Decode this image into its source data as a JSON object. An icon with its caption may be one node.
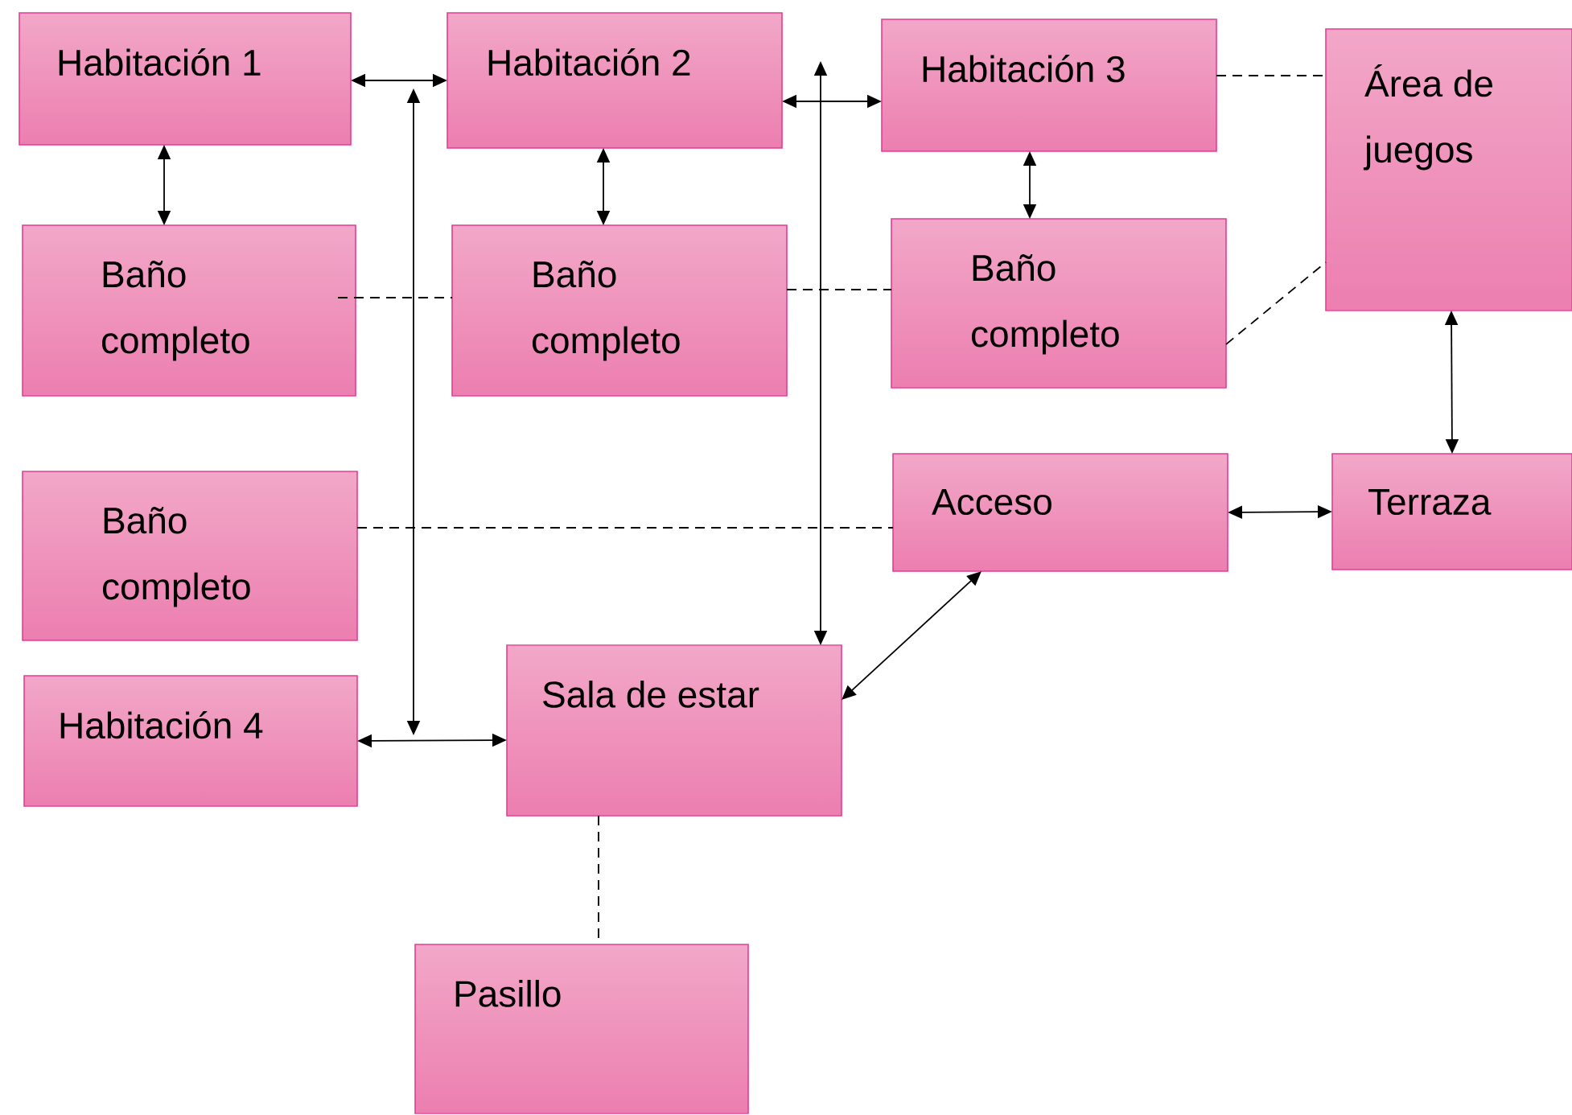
{
  "diagram": {
    "nodes": [
      {
        "text": [
          "Habitación 1"
        ]
      },
      {
        "text": [
          "Habitación 2"
        ]
      },
      {
        "text": [
          "Habitación 3"
        ]
      },
      {
        "text": [
          "Área de juegos"
        ]
      },
      {
        "text": [
          "Baño completo"
        ]
      },
      {
        "text": [
          "Baño completo"
        ]
      },
      {
        "text": [
          "Baño completo"
        ]
      },
      {
        "text": [
          "Baño completo"
        ]
      },
      {
        "text": [
          "Acceso"
        ]
      },
      {
        "text": [
          "Terraza"
        ]
      },
      {
        "text": [
          "Habitación 4"
        ]
      },
      {
        "text": [
          "Sala de estar"
        ]
      },
      {
        "text": [
          "Pasillo"
        ]
      }
    ],
    "edges": [
      {
        "from": 0,
        "to": 1,
        "arrow": "both"
      },
      {
        "from": 10,
        "to": 11,
        "arrow": "both"
      },
      {
        "from": 1,
        "to": 2,
        "arrow": "both"
      },
      {
        "from": null,
        "to": 11,
        "arrow": "both"
      },
      {
        "from": 0,
        "to": 4,
        "arrow": "both"
      },
      {
        "from": 1,
        "to": 5,
        "arrow": "both"
      },
      {
        "from": 2,
        "to": 6,
        "arrow": "both"
      },
      {
        "from": 3,
        "to": 9,
        "arrow": "both"
      },
      {
        "from": 8,
        "to": 9,
        "arrow": "both"
      },
      {
        "from": 11,
        "to": 8,
        "arrow": "both"
      },
      {
        "from": 2,
        "to": 3,
        "arrow": "none",
        "style": "dashed"
      },
      {
        "from": 6,
        "to": 3,
        "arrow": "none",
        "style": "dashed"
      },
      {
        "from": 4,
        "to": 5,
        "arrow": "none",
        "style": "dashed"
      },
      {
        "from": 5,
        "to": 6,
        "arrow": "none",
        "style": "dashed"
      },
      {
        "from": 7,
        "to": 8,
        "arrow": "none",
        "style": "dashed"
      },
      {
        "from": 11,
        "to": 12,
        "arrow": "none",
        "style": "dashed"
      }
    ]
  }
}
